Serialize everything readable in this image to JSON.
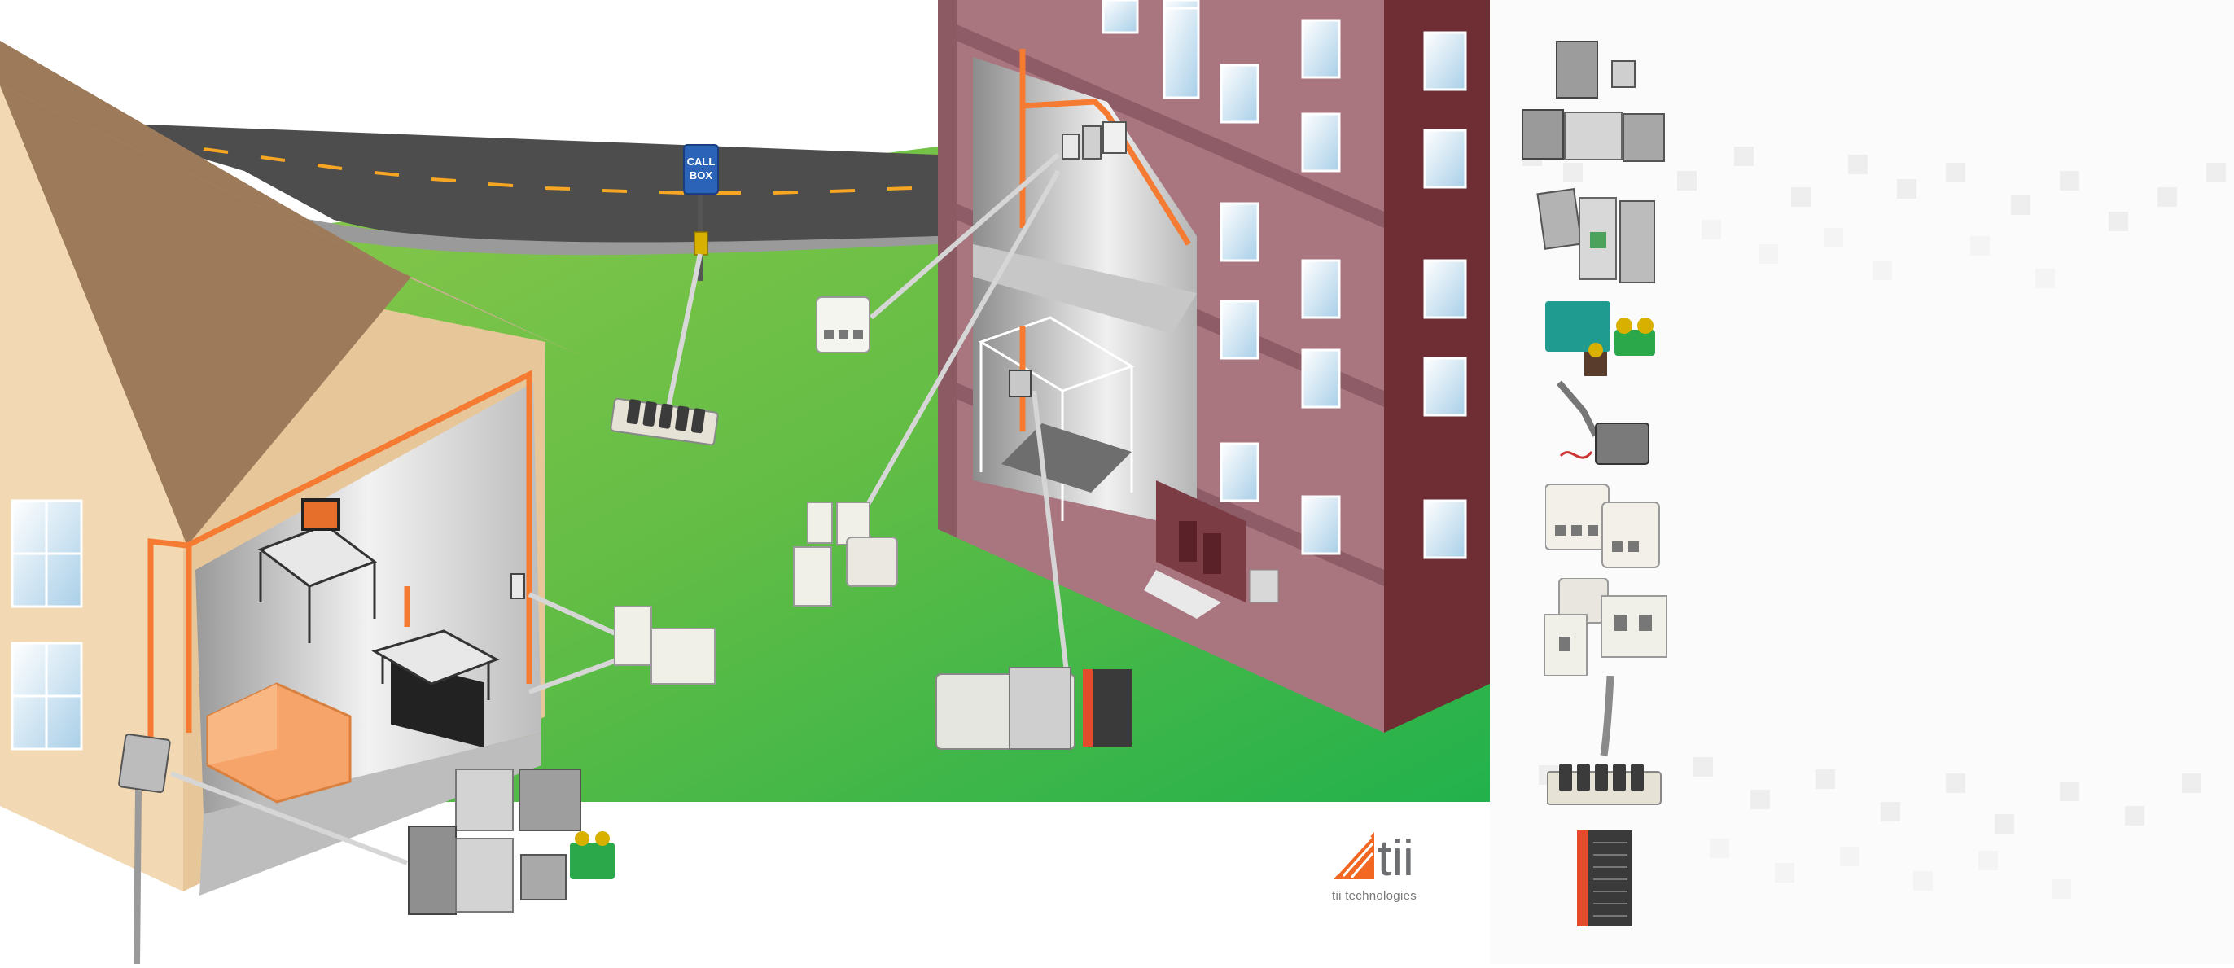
{
  "sign": {
    "line1": "CALL",
    "line2": "BOX"
  },
  "brand": {
    "wordmark": "tii",
    "name": "tii technologies",
    "color": "#f26722"
  },
  "colors": {
    "wire": "#f47b31",
    "grass": "#6cc04a",
    "road": "#4a4a4a",
    "building": "#a97680",
    "house_wall": "#f2d9b3",
    "roof": "#9c7a5a"
  },
  "products_panel": [
    {
      "name": "network-interface-enclosures"
    },
    {
      "name": "open-nid-units"
    },
    {
      "name": "surge-protector-modules"
    },
    {
      "name": "drop-wire-clamp"
    },
    {
      "name": "surface-mount-jacks"
    },
    {
      "name": "wall-plate-jacks"
    },
    {
      "name": "drop-cable"
    },
    {
      "name": "protector-block"
    },
    {
      "name": "punch-down-block"
    }
  ]
}
